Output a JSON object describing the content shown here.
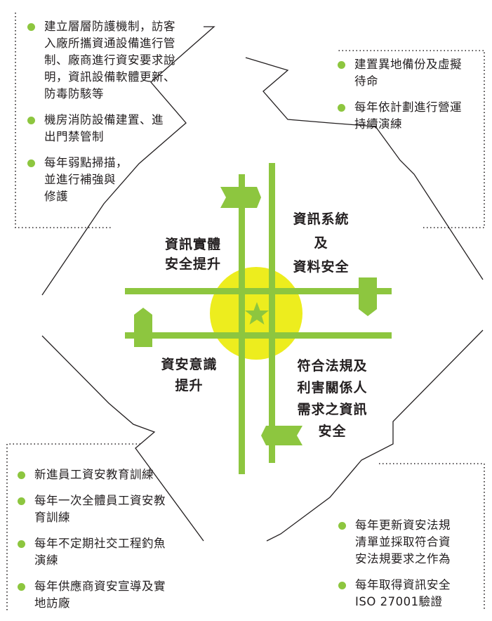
{
  "colors": {
    "accent": "#8dc63f",
    "center": "#eded1e",
    "star": "#8dc63f",
    "outline": "#231f20",
    "text": "#231f20"
  },
  "icons": {
    "center": "star-icon",
    "bullet": "green-dot-icon",
    "arrows": "arrow-flag-icon"
  },
  "quadrants": {
    "top_left": {
      "lines": [
        "資訊實體",
        "安全提升"
      ]
    },
    "top_right": {
      "lines": [
        "資訊系統",
        "及",
        "資料安全"
      ]
    },
    "bottom_left": {
      "lines": [
        "資安意識",
        "提升"
      ]
    },
    "bottom_right": {
      "lines": [
        "符合法規及",
        "利害關係人",
        "需求之資訊",
        "安全"
      ]
    }
  },
  "lists": {
    "top_left": [
      {
        "lines": [
          "建立層層防護機制，訪客",
          "入廠所攜資通設備進行管",
          "制、廠商進行資安要求說",
          "明，資訊設備軟體更新、",
          "防毒防駭等"
        ]
      },
      {
        "lines": [
          "機房消防設備建置、進",
          "出門禁管制"
        ]
      },
      {
        "lines": [
          "每年弱點掃描，",
          "並進行補強與",
          "修護"
        ]
      }
    ],
    "top_right": [
      {
        "lines": [
          "建置異地備份及虛擬",
          "待命"
        ]
      },
      {
        "lines": [
          "每年依計劃進行營運",
          "持續演練"
        ]
      }
    ],
    "bottom_left": [
      {
        "lines": [
          "新進員工資安教育訓練"
        ]
      },
      {
        "lines": [
          "每年一次全體員工資安教",
          "育訓練"
        ]
      },
      {
        "lines": [
          "每年不定期社交工程釣魚",
          "演練"
        ]
      },
      {
        "lines": [
          "每年供應商資安宣導及實",
          "地訪廠"
        ]
      }
    ],
    "bottom_right": [
      {
        "lines": [
          "每年更新資安法規",
          "清單並採取符合資",
          "安法規要求之作為"
        ]
      },
      {
        "lines": [
          "每年取得資訊安全",
          "ISO 27001驗證"
        ]
      }
    ]
  }
}
